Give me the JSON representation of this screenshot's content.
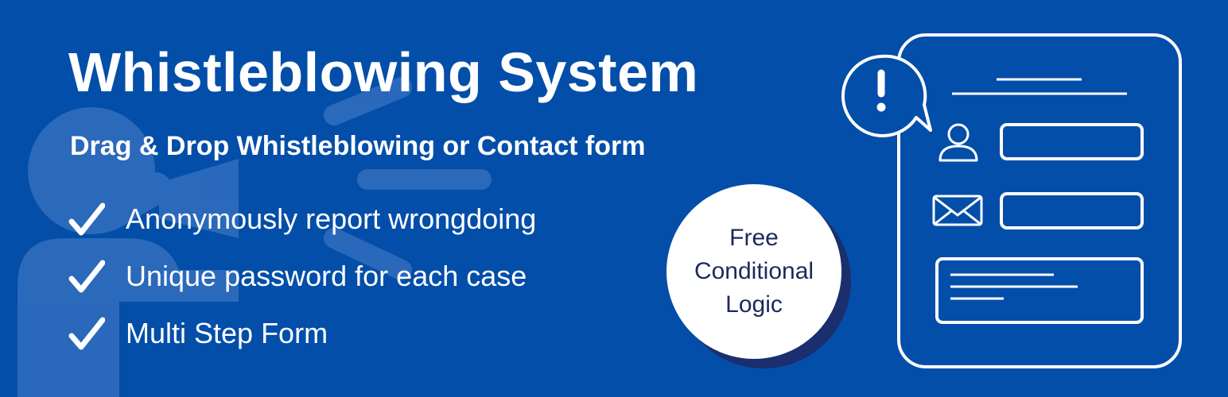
{
  "colors": {
    "background": "#034EA9",
    "foreground": "#FFFFFF",
    "badge_text": "#1B2A5C",
    "badge_shadow": "#1B2E6E",
    "figure_tint": "#5C8AD0"
  },
  "title": "Whistleblowing System",
  "subtitle": "Drag & Drop Whistleblowing or Contact form",
  "features": [
    {
      "icon": "check-icon",
      "text": "Anonymously report wrongdoing"
    },
    {
      "icon": "check-icon",
      "text": "Unique password for each case"
    },
    {
      "icon": "check-icon",
      "text": "Multi Step Form"
    }
  ],
  "badge": {
    "line1": "Free",
    "line2": "Conditional",
    "line3": "Logic"
  },
  "illustration": {
    "icons": [
      "exclamation-icon",
      "user-icon",
      "envelope-icon"
    ]
  }
}
